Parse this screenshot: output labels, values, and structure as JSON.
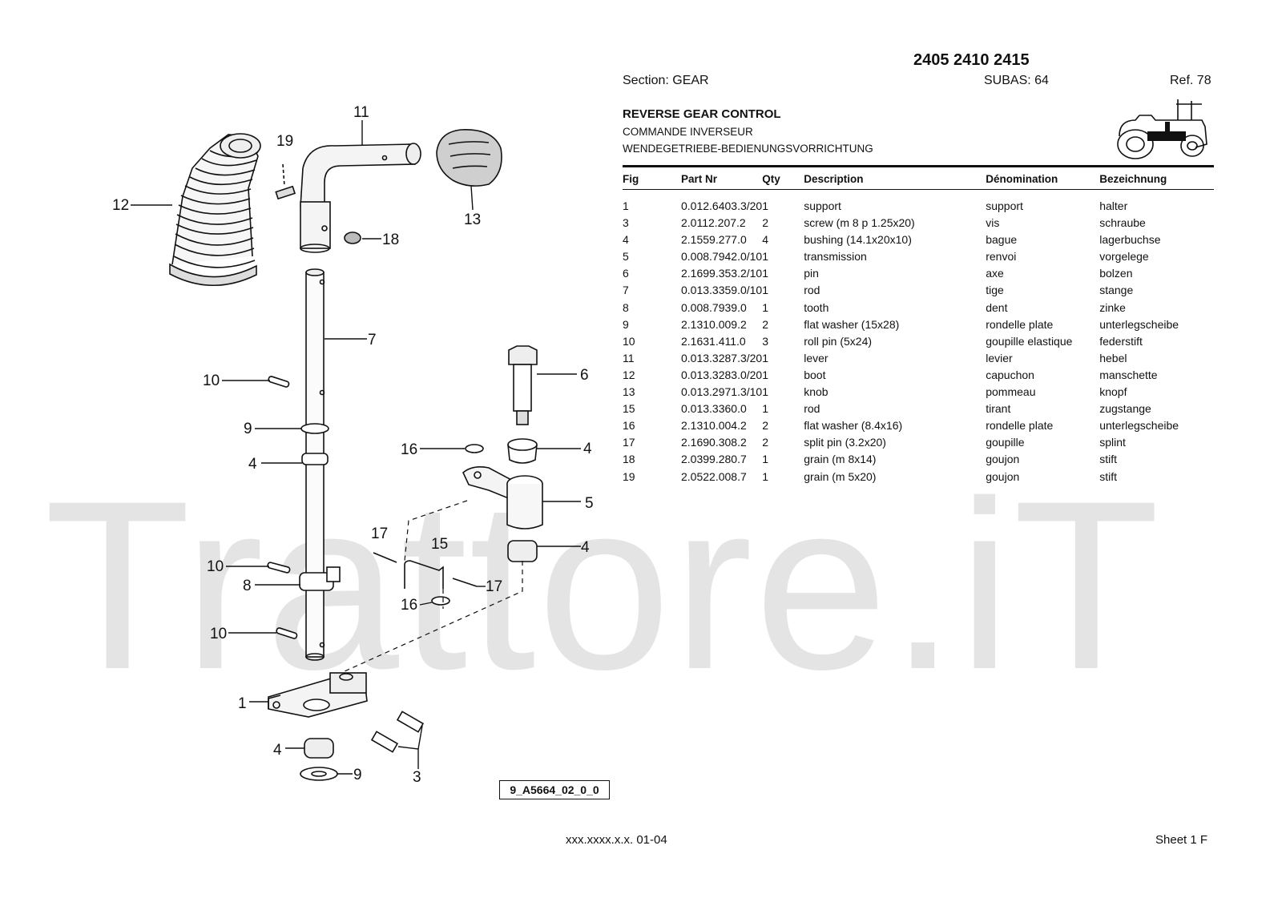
{
  "header": {
    "models": "2405 2410 2415",
    "section": "Section: GEAR",
    "subas": "SUBAS: 64",
    "ref": "Ref. 78",
    "title_en": "REVERSE GEAR CONTROL",
    "title_fr": "COMMANDE INVERSEUR",
    "title_de": "WENDEGETRIEBE-BEDIENUNGSVORRICHTUNG"
  },
  "table": {
    "columns": [
      "Fig",
      "Part Nr",
      "Qty",
      "Description",
      "Dénomination",
      "Bezeichnung"
    ],
    "rows": [
      [
        "1",
        "0.012.6403.3/20",
        "1",
        "support",
        "support",
        "halter"
      ],
      [
        "3",
        "2.0112.207.2",
        "2",
        "screw (m 8 p 1.25x20)",
        "vis",
        "schraube"
      ],
      [
        "4",
        "2.1559.277.0",
        "4",
        "bushing (14.1x20x10)",
        "bague",
        "lagerbuchse"
      ],
      [
        "5",
        "0.008.7942.0/10",
        "1",
        "transmission",
        "renvoi",
        "vorgelege"
      ],
      [
        "6",
        "2.1699.353.2/10",
        "1",
        "pin",
        "axe",
        "bolzen"
      ],
      [
        "7",
        "0.013.3359.0/10",
        "1",
        "rod",
        "tige",
        "stange"
      ],
      [
        "8",
        "0.008.7939.0",
        "1",
        "tooth",
        "dent",
        "zinke"
      ],
      [
        "9",
        "2.1310.009.2",
        "2",
        "flat washer (15x28)",
        "rondelle plate",
        "unterlegscheibe"
      ],
      [
        "10",
        "2.1631.411.0",
        "3",
        "roll pin (5x24)",
        "goupille elastique",
        "federstift"
      ],
      [
        "11",
        "0.013.3287.3/20",
        "1",
        "lever",
        "levier",
        "hebel"
      ],
      [
        "12",
        "0.013.3283.0/20",
        "1",
        "boot",
        "capuchon",
        "manschette"
      ],
      [
        "13",
        "0.013.2971.3/10",
        "1",
        "knob",
        "pommeau",
        "knopf"
      ],
      [
        "15",
        "0.013.3360.0",
        "1",
        "rod",
        "tirant",
        "zugstange"
      ],
      [
        "16",
        "2.1310.004.2",
        "2",
        "flat washer (8.4x16)",
        "rondelle plate",
        "unterlegscheibe"
      ],
      [
        "17",
        "2.1690.308.2",
        "2",
        "split pin (3.2x20)",
        "goupille",
        "splint"
      ],
      [
        "18",
        "2.0399.280.7",
        "1",
        "grain (m 8x14)",
        "goujon",
        "stift"
      ],
      [
        "19",
        "2.0522.008.7",
        "1",
        "grain (m 5x20)",
        "goujon",
        "stift"
      ]
    ]
  },
  "drawing": {
    "callouts": [
      "1",
      "3",
      "4",
      "4",
      "4",
      "4",
      "5",
      "6",
      "7",
      "8",
      "9",
      "9",
      "10",
      "10",
      "10",
      "11",
      "12",
      "13",
      "15",
      "16",
      "16",
      "17",
      "17",
      "18",
      "19"
    ],
    "code": "9_A5664_02_0_0"
  },
  "watermark": "Trattore.iT",
  "footer": {
    "code": "xxx.xxxx.x.x. 01-04",
    "sheet": "Sheet 1 F"
  }
}
